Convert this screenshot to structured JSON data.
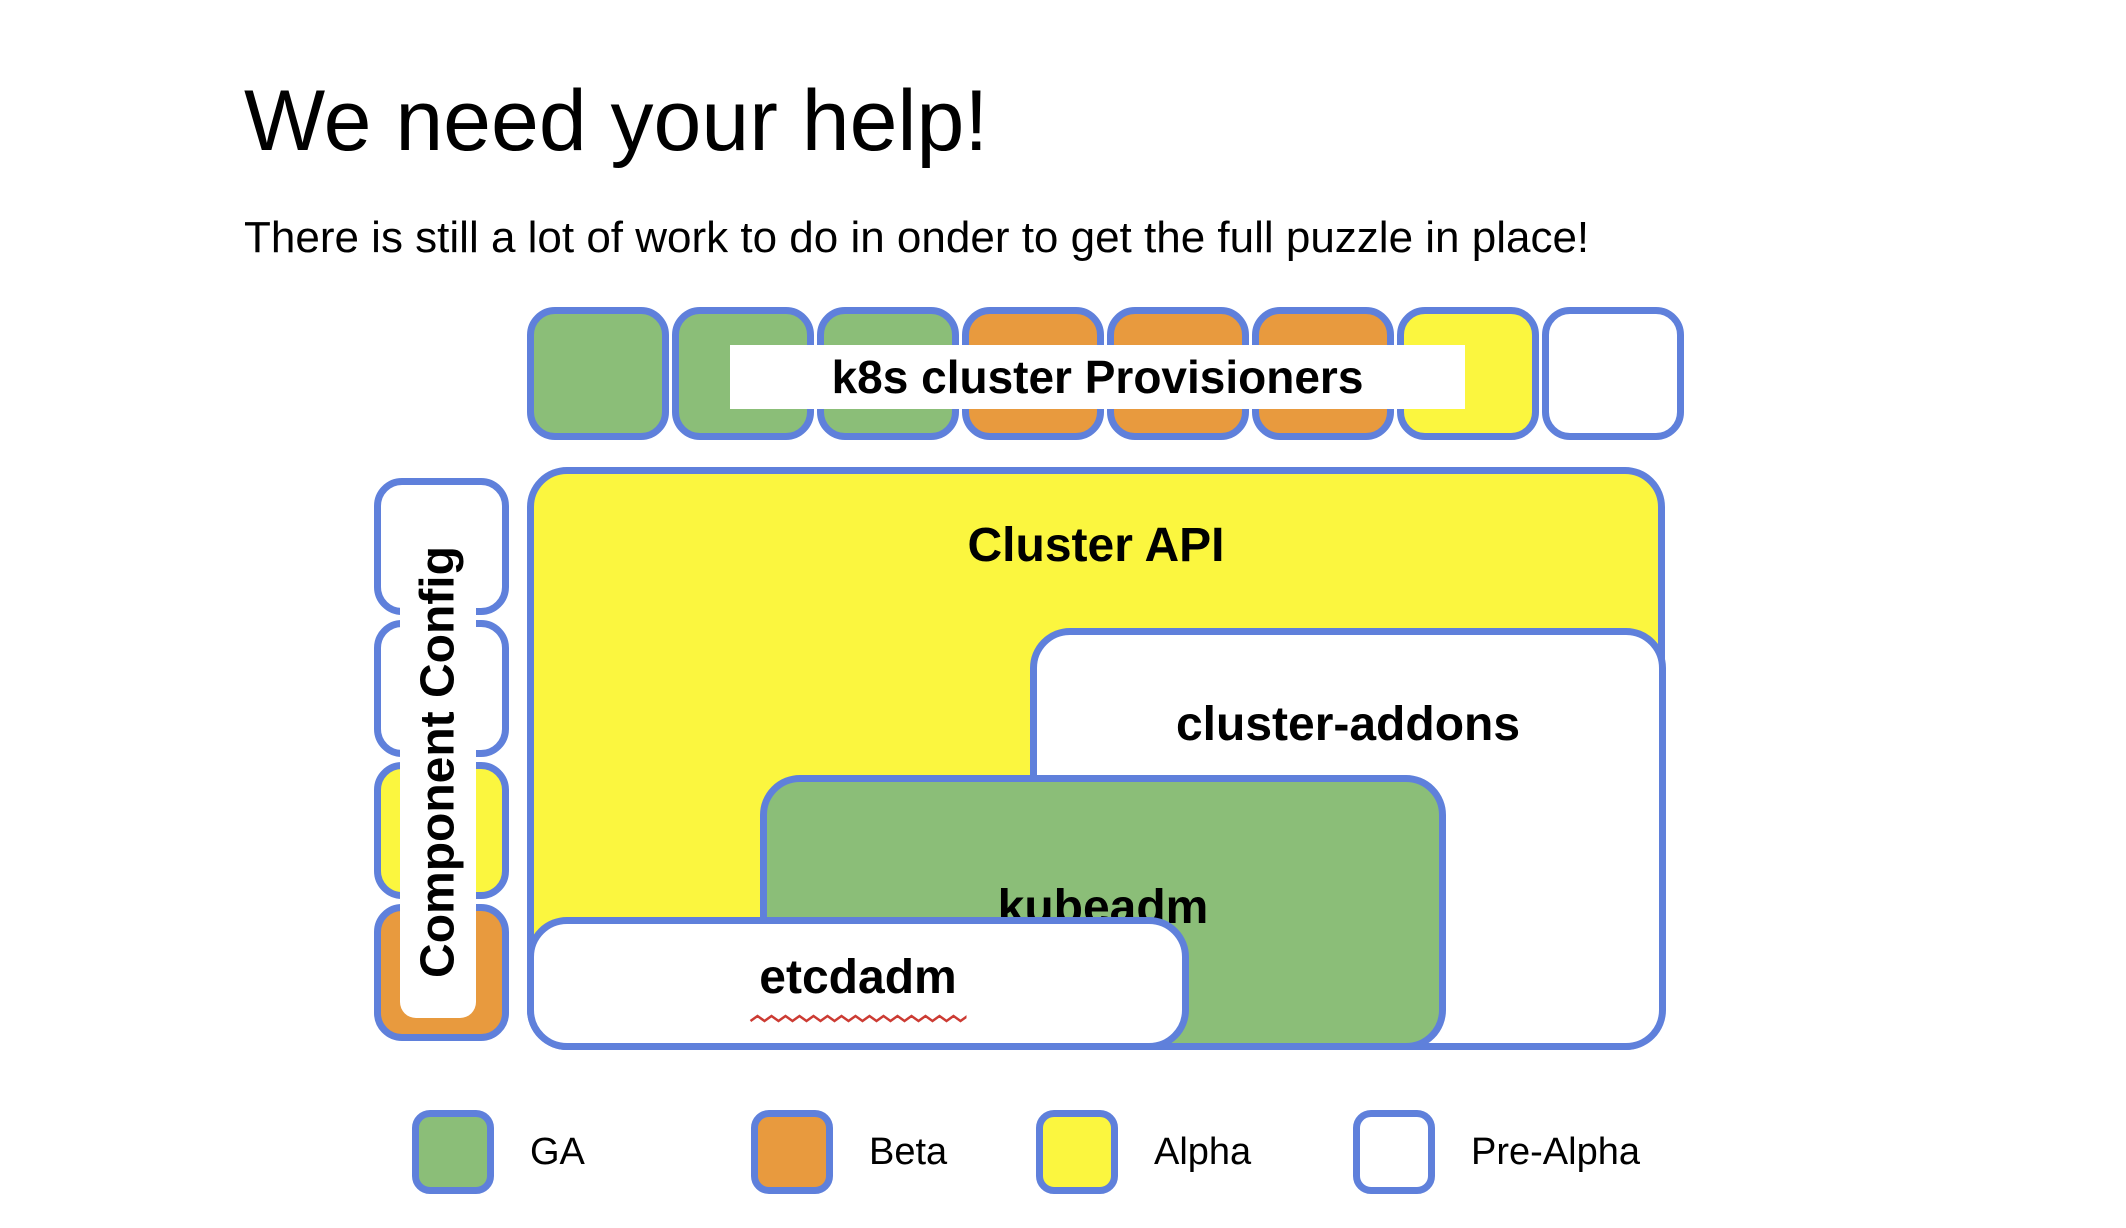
{
  "slide": {
    "title": "We need your help!",
    "subtitle": "There is still a lot of work to do in onder to get the full puzzle in place!"
  },
  "colors": {
    "ga": "#8BBE78",
    "beta": "#E89A3E",
    "alpha": "#FBF63F",
    "prealpha": "#FFFFFF",
    "border": "#5F80DB",
    "squiggle": "#CC3B33",
    "text": "#000000"
  },
  "diagram": {
    "provisioners_label": "k8s cluster Provisioners",
    "provisioner_squares": [
      "ga",
      "ga",
      "ga",
      "beta",
      "beta",
      "beta",
      "alpha",
      "prealpha"
    ],
    "component_config": {
      "label": "Component Config",
      "squares": [
        "prealpha",
        "prealpha",
        "alpha",
        "beta"
      ]
    },
    "boxes": [
      {
        "id": "cluster-api",
        "label": "Cluster API",
        "status": "alpha"
      },
      {
        "id": "cluster-addons",
        "label": "cluster-addons",
        "status": "prealpha"
      },
      {
        "id": "kubeadm",
        "label": "kubeadm",
        "status": "ga"
      },
      {
        "id": "etcdadm",
        "label": "etcdadm",
        "status": "prealpha",
        "spellcheck_underline": true
      }
    ]
  },
  "legend": [
    {
      "label": "GA",
      "status": "ga"
    },
    {
      "label": "Beta",
      "status": "beta"
    },
    {
      "label": "Alpha",
      "status": "alpha"
    },
    {
      "label": "Pre-Alpha",
      "status": "prealpha"
    }
  ]
}
